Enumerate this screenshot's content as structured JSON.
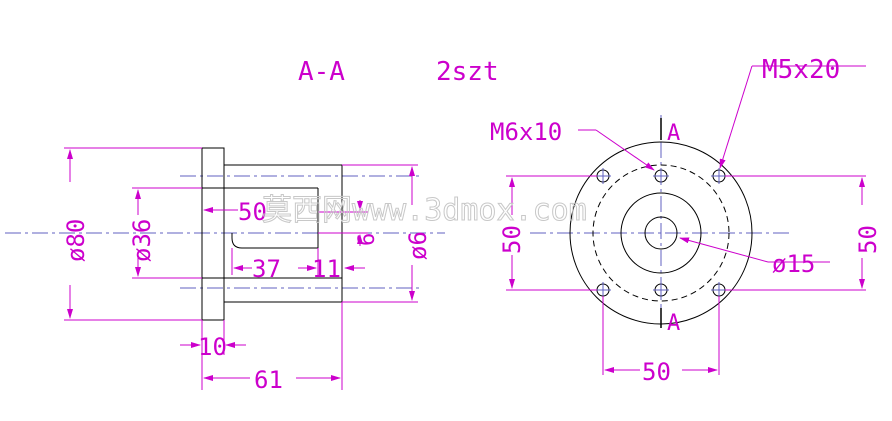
{
  "title": {
    "section": "A-A",
    "quantity": "2szt"
  },
  "colors": {
    "geometry": "#000000",
    "dimension": "#cc00cc",
    "centerline": "#6060c0",
    "watermark": "#d0d0d0"
  },
  "left_view": {
    "dims": {
      "outer_diameter": "ø80",
      "bore_diameter": "ø36",
      "flange_depth": "50",
      "inner_depth": "37",
      "step": "11",
      "shoulder_diameter": "ø6",
      "small_step": "6",
      "flange_thickness": "10",
      "total_length": "61"
    }
  },
  "right_view": {
    "callouts": {
      "thread_small": "M6x10",
      "thread_large": "M5x20",
      "section_mark_top": "A",
      "section_mark_bottom": "A",
      "center_bore": "ø15"
    },
    "dims": {
      "height_left": "50",
      "height_right": "50",
      "width_bottom": "50"
    }
  },
  "watermark": "莫西网www.3dmox.com"
}
